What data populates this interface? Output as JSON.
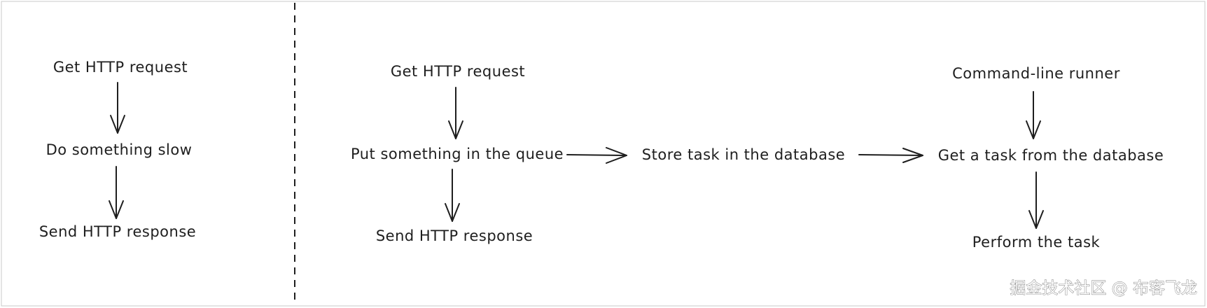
{
  "diagram": {
    "left_panel": {
      "nodes": [
        {
          "id": "l1",
          "text": "Get HTTP request"
        },
        {
          "id": "l2",
          "text": "Do something slow"
        },
        {
          "id": "l3",
          "text": "Send HTTP response"
        }
      ]
    },
    "right_panel": {
      "nodes": [
        {
          "id": "r1",
          "text": "Get HTTP request"
        },
        {
          "id": "r2",
          "text": "Put something in the queue"
        },
        {
          "id": "r3",
          "text": "Send HTTP response"
        },
        {
          "id": "r4",
          "text": "Store task in the database"
        },
        {
          "id": "r5",
          "text": "Command-line runner"
        },
        {
          "id": "r6",
          "text": "Get a task from the database"
        },
        {
          "id": "r7",
          "text": "Perform the task"
        }
      ]
    },
    "edges": [
      {
        "from": "l1",
        "to": "l2"
      },
      {
        "from": "l2",
        "to": "l3"
      },
      {
        "from": "r1",
        "to": "r2"
      },
      {
        "from": "r2",
        "to": "r3"
      },
      {
        "from": "r2",
        "to": "r4"
      },
      {
        "from": "r4",
        "to": "r6"
      },
      {
        "from": "r5",
        "to": "r6"
      },
      {
        "from": "r6",
        "to": "r7"
      }
    ]
  },
  "watermark": "掘金技术社区 @ 布客飞龙"
}
